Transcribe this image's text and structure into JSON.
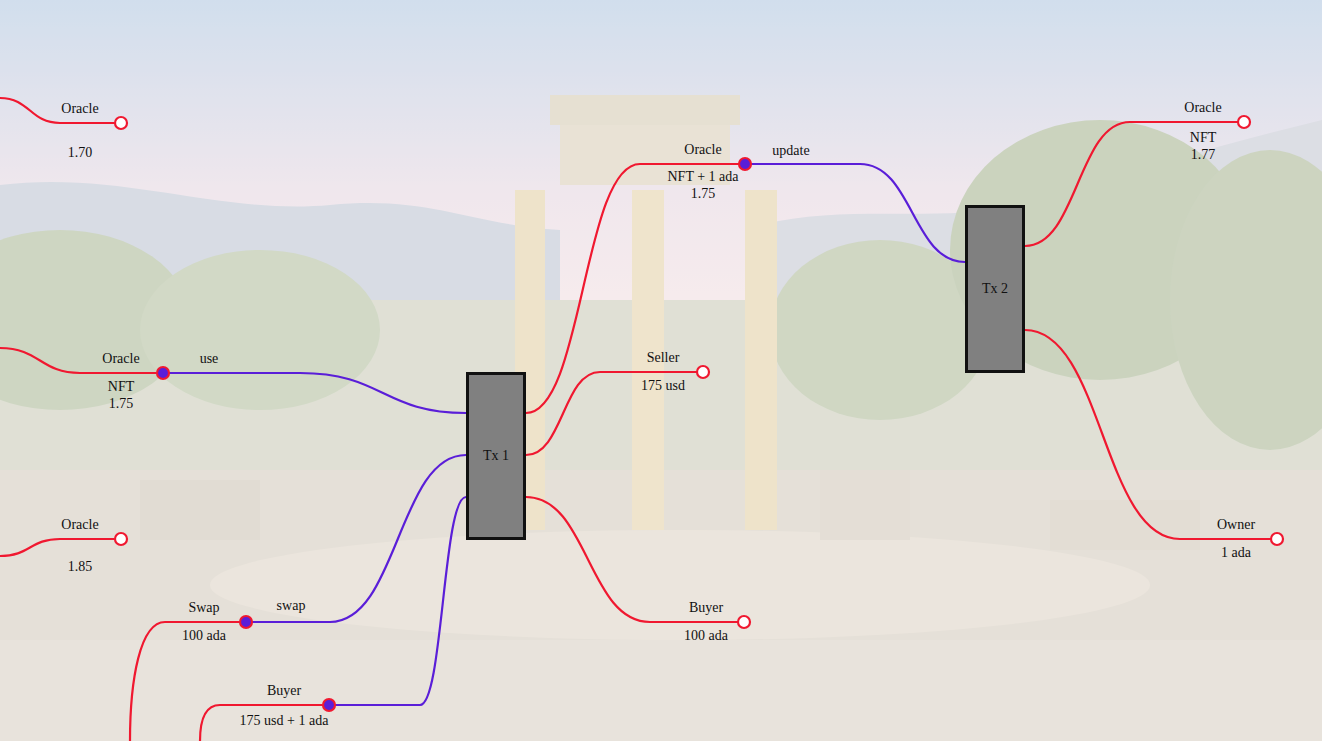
{
  "diagram": {
    "nodes": [
      {
        "text": [
          "Oracle",
          "1.70"
        ]
      },
      {
        "text": [
          "Oracle",
          "NFT 1.75"
        ]
      },
      {
        "text": [
          "Oracle",
          "1.85"
        ]
      },
      {
        "text": [
          "Swap",
          "100 ada"
        ]
      },
      {
        "text": [
          "Buyer",
          "175 usd + 1 ada"
        ]
      },
      {
        "text": [
          "Tx 1"
        ]
      },
      {
        "text": [
          "Oracle",
          "NFT + 1 ada 1.75"
        ]
      },
      {
        "text": [
          "Seller",
          "175 usd"
        ]
      },
      {
        "text": [
          "Buyer",
          "100 ada"
        ]
      },
      {
        "text": [
          "Tx 2"
        ]
      },
      {
        "text": [
          "Oracle",
          "NFT 1.77"
        ]
      },
      {
        "text": [
          "Owner",
          "1 ada"
        ]
      }
    ],
    "edges": [
      {
        "from": 1,
        "to": 5,
        "label": "use",
        "arrow": "none"
      },
      {
        "from": 3,
        "to": 5,
        "label": "swap",
        "arrow": "none"
      },
      {
        "from": 4,
        "to": 5,
        "arrow": "none"
      },
      {
        "from": 5,
        "to": 6,
        "arrow": "none"
      },
      {
        "from": 5,
        "to": 7,
        "arrow": "none"
      },
      {
        "from": 5,
        "to": 8,
        "arrow": "none"
      },
      {
        "from": 6,
        "to": 9,
        "label": "update",
        "arrow": "none"
      },
      {
        "from": 9,
        "to": 10,
        "arrow": "none"
      },
      {
        "from": 9,
        "to": 11,
        "arrow": "none"
      }
    ]
  }
}
